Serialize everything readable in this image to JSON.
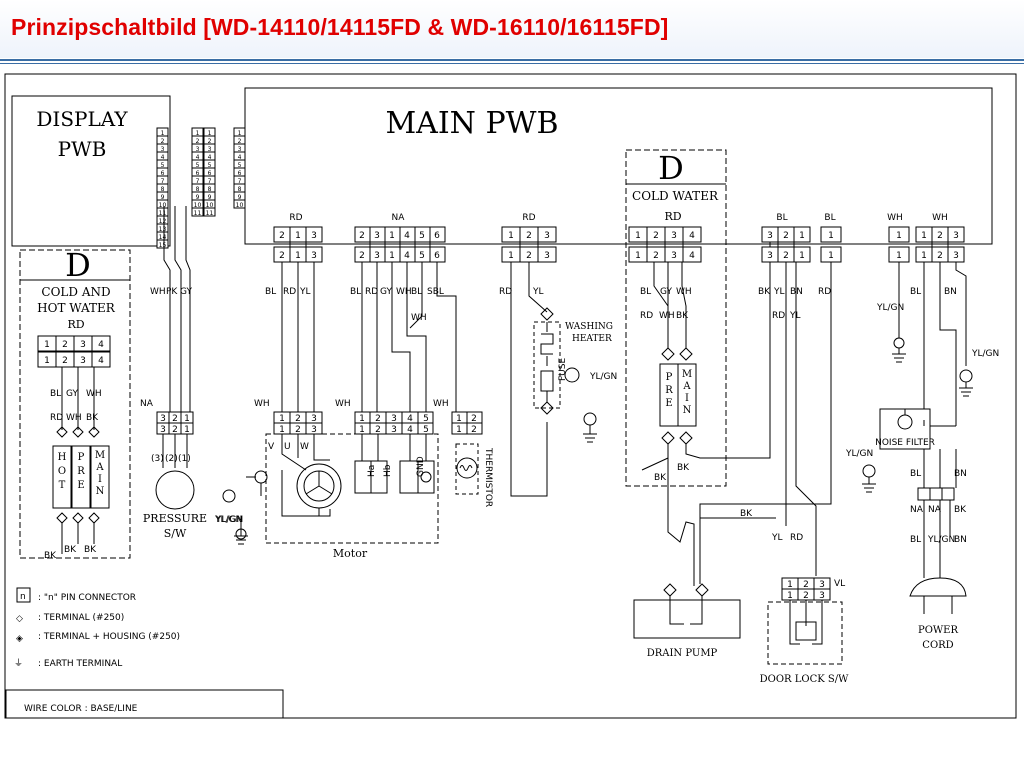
{
  "title": "Prinzipschaltbild [WD-14110/14115FD & WD-16110/16115FD]",
  "boards": {
    "display": [
      "DISPLAY",
      "PWB"
    ],
    "main": "MAIN PWB"
  },
  "d_symbol": "D",
  "cold_hot": {
    "lines": [
      "COLD AND",
      "HOT WATER"
    ],
    "color": "RD",
    "pins": [
      "1",
      "2",
      "3",
      "4"
    ],
    "wires": [
      "BL",
      "GY",
      "WH",
      "RD",
      "WH",
      "BK"
    ],
    "hot": [
      "H",
      "O",
      "T"
    ],
    "pre": [
      "P",
      "R",
      "E"
    ],
    "main": [
      "M",
      "A",
      "I",
      "N"
    ],
    "bottom": [
      "BK",
      "BK",
      "BK"
    ]
  },
  "cold_water": {
    "label": "COLD WATER",
    "color": "RD",
    "pins": [
      "1",
      "2",
      "3",
      "4"
    ],
    "wires": [
      "BL",
      "GY",
      "WH",
      "RD",
      "WH",
      "BK"
    ],
    "pre": [
      "P",
      "R",
      "E"
    ],
    "main": [
      "M",
      "A",
      "I",
      "N"
    ],
    "bottom": [
      "BK",
      "BK"
    ]
  },
  "connectors": {
    "rd1": {
      "color": "RD",
      "top": [
        "2",
        "1",
        "3"
      ],
      "bottom": [
        "2",
        "1",
        "3"
      ],
      "wires": [
        "BL",
        "RD",
        "YL"
      ]
    },
    "na": {
      "color": "NA",
      "top": [
        "2",
        "3",
        "1",
        "4",
        "5",
        "6"
      ],
      "bottom": [
        "2",
        "3",
        "1",
        "4",
        "5",
        "6"
      ],
      "wires": [
        "BL",
        "RD",
        "GY",
        "WH",
        "BL",
        "SBL",
        "WH"
      ]
    },
    "rd2": {
      "color": "RD",
      "top": [
        "1",
        "2",
        "3"
      ],
      "bottom": [
        "1",
        "2",
        "3"
      ],
      "wires": [
        "RD",
        "YL"
      ]
    },
    "bl": {
      "color": "BL",
      "top": [
        "3",
        "2",
        "1"
      ],
      "bottom": [
        "3",
        "2",
        "1"
      ],
      "wires": [
        "BK",
        "YL",
        "BN",
        "RD",
        "YL"
      ]
    },
    "bl1": {
      "color": "BL",
      "top": [
        "1"
      ],
      "bottom": [
        "1"
      ],
      "wires": [
        "RD"
      ]
    },
    "wh1": {
      "color": "WH",
      "top": [
        "1"
      ],
      "bottom": [
        "1"
      ],
      "wires": [
        "YL/GN"
      ]
    },
    "wh2": {
      "color": "WH",
      "top": [
        "1",
        "2",
        "3"
      ],
      "bottom": [
        "1",
        "2",
        "3"
      ],
      "wires": [
        "BL",
        "BN",
        "YL/GN"
      ]
    }
  },
  "ribbon_pins": [
    "1",
    "2",
    "3",
    "4",
    "5",
    "6",
    "7",
    "8",
    "9",
    "10",
    "11",
    "12",
    "13",
    "14",
    "15"
  ],
  "ribbon_wires": [
    "WH",
    "PK",
    "GY"
  ],
  "pressure": {
    "color": "NA",
    "top": [
      "3",
      "2",
      "1"
    ],
    "bottom": [
      "3",
      "2",
      "1"
    ],
    "pins": [
      "(3)",
      "(2)",
      "(1)"
    ],
    "lines": [
      "PRESSURE",
      "S/W"
    ],
    "ground": "YL/GN"
  },
  "motor": {
    "conn_color": "WH",
    "conn": [
      "1",
      "2",
      "3"
    ],
    "conn2_color": "WH",
    "conn2": [
      "1",
      "2",
      "3",
      "4",
      "5"
    ],
    "phases": [
      "V",
      "U",
      "W"
    ],
    "terms": [
      "Ha",
      "Hb",
      "GND"
    ],
    "label": "Motor",
    "ground": "YL/GN"
  },
  "thermistor": {
    "color": "WH",
    "pins": [
      "1",
      "2"
    ],
    "label": "THERMISTOR"
  },
  "heater": {
    "lines": [
      "WASHING",
      "HEATER"
    ],
    "fuse": "FUSE",
    "ground": "YL/GN"
  },
  "drain": {
    "label": "DRAIN PUMP",
    "wire": "BK"
  },
  "door_lock": {
    "label": "DOOR LOCK S/W",
    "conn_color": "VL",
    "pins": [
      "1",
      "2",
      "3"
    ],
    "wires": [
      "YL",
      "RD"
    ]
  },
  "power": {
    "filter": "NOISE FILTER",
    "ground": "YL/GN",
    "wires": [
      "BL",
      "BN",
      "NA",
      "NA",
      "BK",
      "BL",
      "YL/GN",
      "BN"
    ],
    "cord": [
      "POWER",
      "CORD"
    ]
  },
  "legend": [
    {
      "sym": "n",
      "text": ": \"n\" PIN CONNECTOR"
    },
    {
      "sym": "◇",
      "text": ": TERMINAL (#250)"
    },
    {
      "sym": "◈",
      "text": ": TERMINAL + HOUSING (#250)"
    },
    {
      "sym": "⏚",
      "text": ": EARTH TERMINAL"
    }
  ],
  "wire_color_note": "WIRE COLOR : BASE/LINE"
}
